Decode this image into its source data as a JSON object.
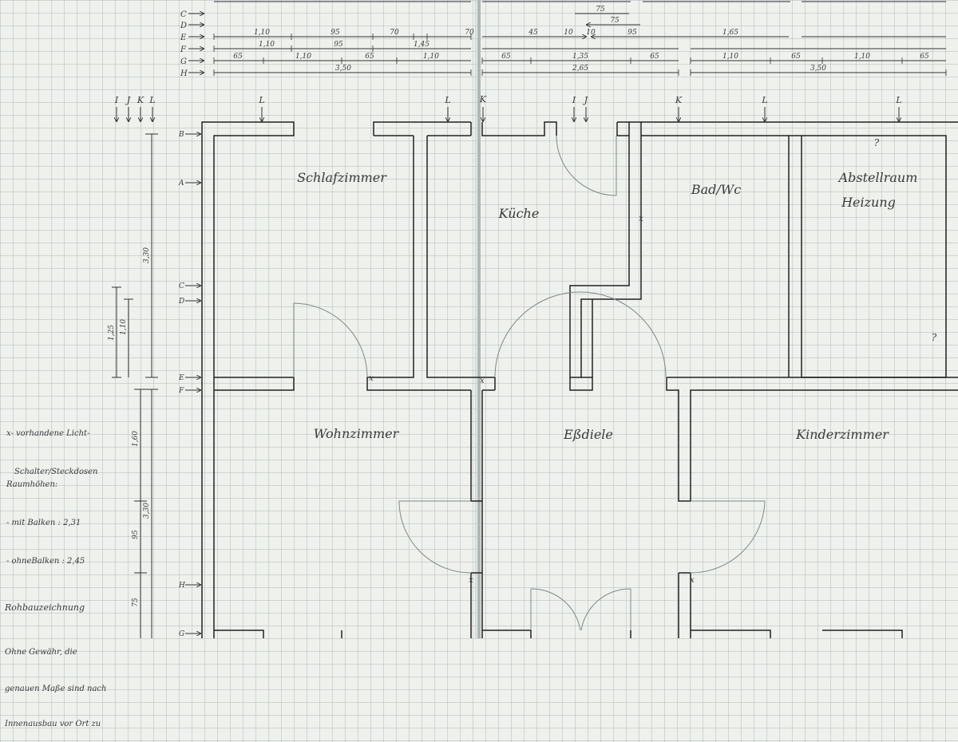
{
  "rooms": {
    "schlafzimmer": "Schlafzimmer",
    "kueche": "Küche",
    "bad": "Bad/Wc",
    "abstell_1": "Abstellraum",
    "abstell_2": "Heizung",
    "wohnzimmer": "Wohnzimmer",
    "essdiele": "Eßdiele",
    "kinderzimmer": "Kinderzimmer"
  },
  "room_marks": {
    "q1": "?",
    "q2": "?"
  },
  "section_letters": {
    "i": "I",
    "j": "J",
    "k": "K",
    "l": "L"
  },
  "row_letters": {
    "b": "B",
    "c": "C",
    "d": "D",
    "e": "E",
    "f": "F",
    "g": "G",
    "h": "H",
    "plan_b": "B",
    "plan_a": "A",
    "plan_c": "C",
    "plan_d": "D",
    "plan_e": "E",
    "plan_f": "F",
    "plan_h": "H",
    "plan_g": "G"
  },
  "dims_top": {
    "c1": "75",
    "d1": "75",
    "e1": "1,10",
    "e2": "95",
    "e3": "70",
    "e4": "70",
    "e5": "45",
    "e6": "10",
    "e7": "10",
    "e8": "95",
    "e9": "1,65",
    "f1": "1,10",
    "f2": "95",
    "f3": "1,45",
    "g1": "65",
    "g2": "1,10",
    "g3": "65",
    "g4": "1,10",
    "g5": "65",
    "g6": "1,35",
    "g7": "65",
    "g8": "1,10",
    "g9": "65",
    "g10": "1,10",
    "g11": "65",
    "h1": "3,50",
    "h2": "2,65",
    "h3": "3,50"
  },
  "dims_left": {
    "v1": "3,30",
    "v2": "1,25",
    "v3": "1,10",
    "v4": "1,60",
    "v5": "3,30",
    "v6": "95",
    "v7": "75"
  },
  "legend": {
    "line1": "x- vorhandene Licht-",
    "line2": "Schalter/Steckdosen"
  },
  "raumhoehen": {
    "title": "Raumhöhen:",
    "line1": "- mit Balken : 2,31",
    "line2": "- ohneBalken : 2,45"
  },
  "footer": {
    "title": "Rohbauzeichnung",
    "line1": "Ohne Gewähr, die",
    "line2": "genauen Maße sind nach",
    "line3": "Innenausbau vor Ort zu"
  }
}
